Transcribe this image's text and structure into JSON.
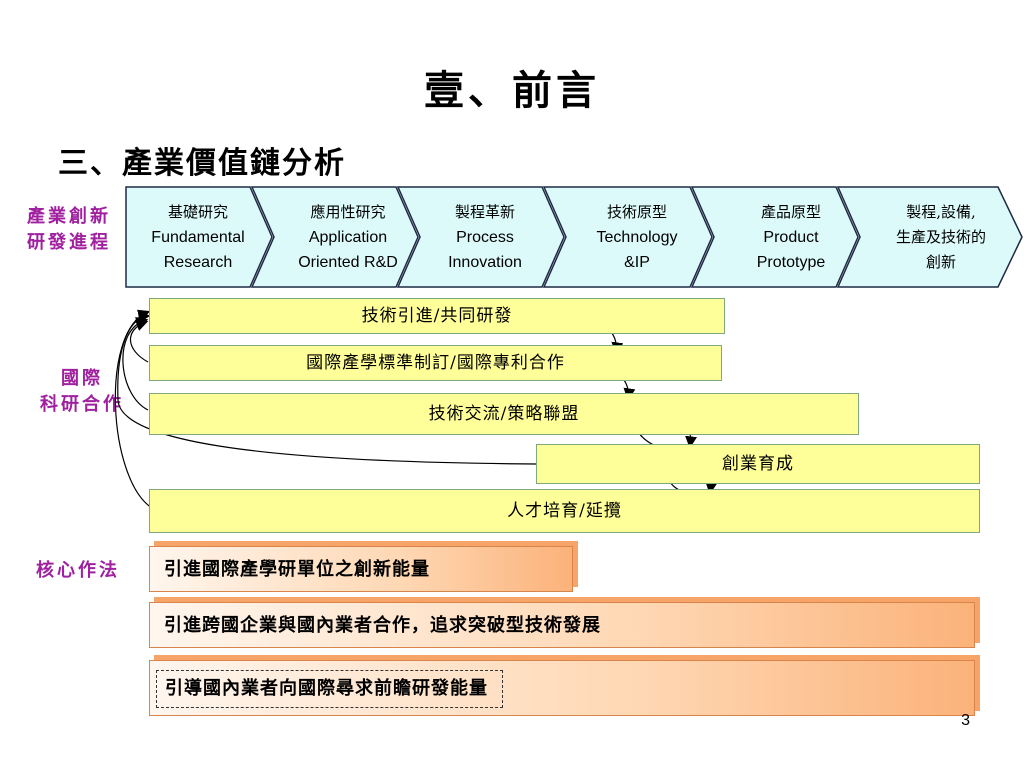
{
  "title": "壹、前言",
  "subtitle": "三、產業價值鏈分析",
  "side_labels": {
    "innovation": [
      "產業創新",
      "研發進程"
    ],
    "international": [
      "國際",
      "科研合作"
    ],
    "core": "核心作法"
  },
  "value_chain": [
    {
      "zh": "基礎研究",
      "en1": "Fundamental",
      "en2": "Research"
    },
    {
      "zh": "應用性研究",
      "en1": "Application",
      "en2": "Oriented R&D"
    },
    {
      "zh": "製程革新",
      "en1": "Process",
      "en2": "Innovation"
    },
    {
      "zh": "技術原型",
      "en1": "Technology",
      "en2": "&IP"
    },
    {
      "zh": "產品原型",
      "en1": "Product",
      "en2": "Prototype"
    },
    {
      "zh": "製程,設備,",
      "en1": "生產及技術的",
      "en2": "創新"
    }
  ],
  "cooperation": [
    "技術引進/共同研發",
    "國際產學標準制訂/國際專利合作",
    "技術交流/策略聯盟",
    "創業育成",
    "人才培育/延攬"
  ],
  "core_practices": [
    "引進國際產學研單位之創新能量",
    "引進跨國企業與國內業者合作，追求突破型技術發展",
    "引導國內業者向國際尋求前瞻研發能量"
  ],
  "page_number": "3",
  "colors": {
    "chevron_fill": "#ddfafa",
    "chevron_stroke": "#1f2a44",
    "coop_fill": "#ffff99",
    "side_label": "#a020a0",
    "core_fill": "#fbb27a"
  }
}
